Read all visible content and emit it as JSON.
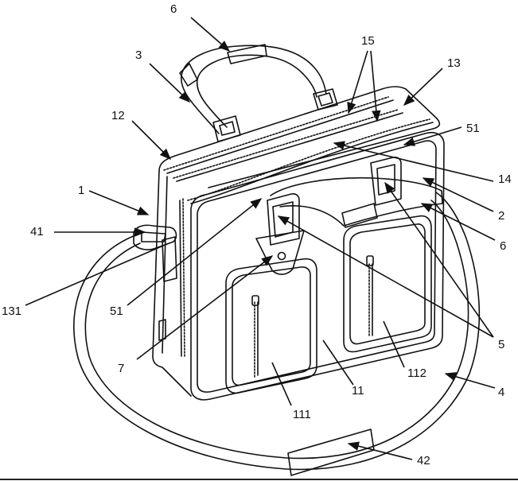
{
  "figure": {
    "labels": [
      {
        "id": "l6a",
        "text": "6"
      },
      {
        "id": "l15",
        "text": "15"
      },
      {
        "id": "l13",
        "text": "13"
      },
      {
        "id": "l3",
        "text": "3"
      },
      {
        "id": "l12",
        "text": "12"
      },
      {
        "id": "l51a",
        "text": "51"
      },
      {
        "id": "l1",
        "text": "1"
      },
      {
        "id": "l14",
        "text": "14"
      },
      {
        "id": "l41",
        "text": "41"
      },
      {
        "id": "l2",
        "text": "2"
      },
      {
        "id": "l6b",
        "text": "6"
      },
      {
        "id": "l131",
        "text": "131"
      },
      {
        "id": "l51b",
        "text": "51"
      },
      {
        "id": "l5",
        "text": "5"
      },
      {
        "id": "l7",
        "text": "7"
      },
      {
        "id": "l112",
        "text": "112"
      },
      {
        "id": "l11",
        "text": "11"
      },
      {
        "id": "l4",
        "text": "4"
      },
      {
        "id": "l111",
        "text": "111"
      },
      {
        "id": "l42",
        "text": "42"
      }
    ]
  }
}
